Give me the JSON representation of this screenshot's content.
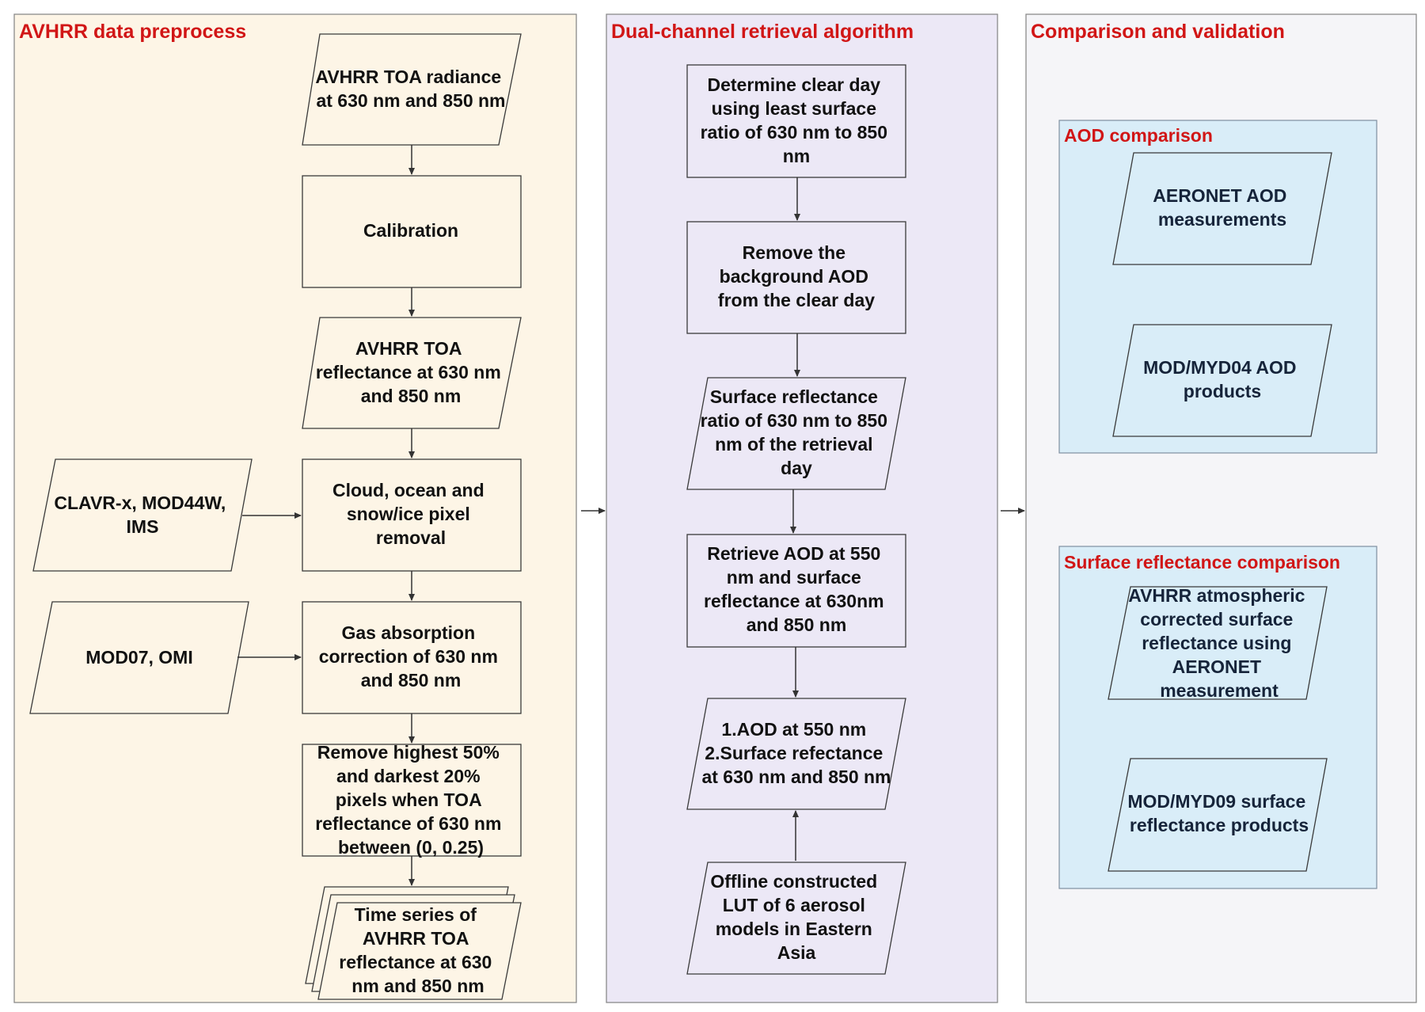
{
  "colors": {
    "panel1_fill": "#fdf5e6",
    "panel2_fill": "#ece8f6",
    "panel3_fill": "#f5f5f8",
    "subpanel_fill": "#d9edf8",
    "title_red": "#d11616"
  },
  "panels": {
    "preprocess": {
      "title": "AVHRR data preprocess"
    },
    "retrieval": {
      "title": "Dual-channel retrieval algorithm"
    },
    "validation": {
      "title": "Comparison and validation"
    }
  },
  "subpanels": {
    "aod": {
      "title": "AOD comparison"
    },
    "surface": {
      "title": "Surface reflectance comparison"
    }
  },
  "nodes": {
    "toa_radiance": {
      "lines": [
        "AVHRR TOA radiance",
        "at 630 nm and 850 nm"
      ]
    },
    "calibration": {
      "lines": [
        "Calibration"
      ]
    },
    "toa_reflectance": {
      "lines": [
        "AVHRR TOA",
        "reflectance at 630 nm",
        "and 850 nm"
      ]
    },
    "cloud_removal": {
      "lines": [
        "Cloud, ocean and",
        "snow/ice pixel",
        "removal"
      ]
    },
    "clavr": {
      "lines": [
        "CLAVR-x, MOD44W,",
        "IMS"
      ]
    },
    "gas_correction": {
      "lines": [
        "Gas absorption",
        "correction of 630 nm",
        "and 850 nm"
      ]
    },
    "mod07": {
      "lines": [
        "MOD07, OMI"
      ]
    },
    "remove_pixels": {
      "lines": [
        "Remove highest 50%",
        "and darkest 20%",
        "pixels when TOA",
        "reflectance of 630 nm",
        "between (0, 0.25)"
      ]
    },
    "time_series": {
      "lines": [
        "Time series of",
        "AVHRR TOA",
        "reflectance at 630",
        "nm and 850 nm"
      ]
    },
    "clear_day": {
      "lines": [
        "Determine clear day",
        "using least surface",
        "ratio of 630 nm to 850",
        "nm"
      ]
    },
    "remove_background": {
      "lines": [
        "Remove the",
        "background AOD",
        "from the clear day"
      ]
    },
    "surface_ratio": {
      "lines": [
        "Surface reflectance",
        "ratio of 630 nm to 850",
        "nm of the retrieval",
        "day"
      ]
    },
    "retrieve_aod": {
      "lines": [
        "Retrieve AOD at 550",
        "nm and surface",
        "reflectance at 630nm",
        "and 850 nm"
      ]
    },
    "outputs": {
      "lines": [
        "1.AOD at 550 nm",
        "2.Surface refectance",
        "at 630 nm and 850 nm"
      ]
    },
    "lut": {
      "lines": [
        "Offline constructed",
        "LUT of 6 aerosol",
        "models in Eastern",
        "Asia"
      ]
    },
    "aeronet_aod": {
      "lines": [
        "AERONET AOD",
        "measurements"
      ]
    },
    "modis_aod": {
      "lines": [
        "MOD/MYD04 AOD",
        "products"
      ]
    },
    "avhrr_corrected": {
      "lines": [
        "AVHRR atmospheric",
        "corrected surface",
        "reflectance using",
        "AERONET",
        "measurement"
      ]
    },
    "modis_sr": {
      "lines": [
        "MOD/MYD09 surface",
        "reflectance products"
      ]
    }
  }
}
